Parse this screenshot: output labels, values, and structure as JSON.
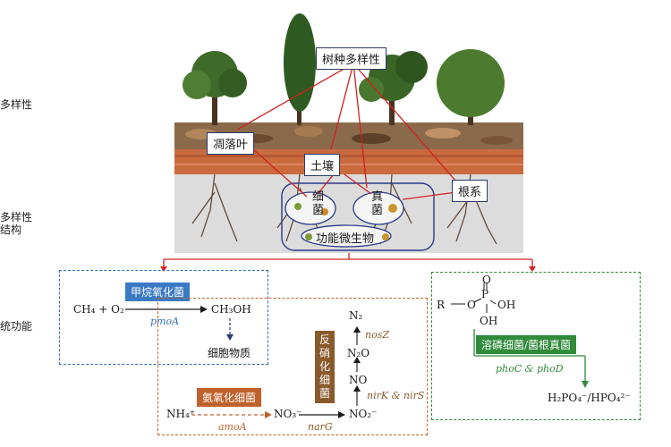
{
  "side_labels": {
    "a": "多样性",
    "b1": "多样性",
    "b2": "结构",
    "c": "统功能"
  },
  "top_labels": {
    "tree": "树种多样性",
    "litter": "凋落叶",
    "soil": "土壤",
    "root": "根系",
    "bac1": "细",
    "bac2": "菌",
    "fungi1": "真",
    "fungi2": "菌",
    "func": "功能微生物"
  },
  "blue_panel": {
    "reactant": "CH₄ + O₂",
    "tag": "甲烷氧化菌",
    "gene": "pmoA",
    "product": "CH₃OH",
    "biomass": "细胞物质"
  },
  "orange_panel": {
    "tag": "氨氧化细菌",
    "nh4": "NH₄⁺",
    "gene_amo": "amoA",
    "no3": "NO₃⁻",
    "gene_nar": "narG",
    "no2": "NO₂⁻"
  },
  "denit": {
    "c1": "反",
    "c2": "硝",
    "c3": "化",
    "c4": "细",
    "c5": "菌",
    "n2": "N₂",
    "n2o": "N₂O",
    "no": "NO",
    "gene_nos": "nosZ",
    "gene_nir": "nirK & nirS"
  },
  "green_panel": {
    "r": "R",
    "o1": "O",
    "p": "P",
    "o2": "O",
    "oh1": "OH",
    "oh2": "OH",
    "tag": "溶磷细菌/菌根真菌",
    "gene": "phoC & phoD",
    "product": "H₂PO₄⁻/HPO₄²⁻"
  },
  "colors": {
    "blue": "#2e6fb5",
    "orange": "#c0612b",
    "green": "#2f8a3a",
    "brown": "#8a5a2b",
    "red": "#d32020"
  }
}
